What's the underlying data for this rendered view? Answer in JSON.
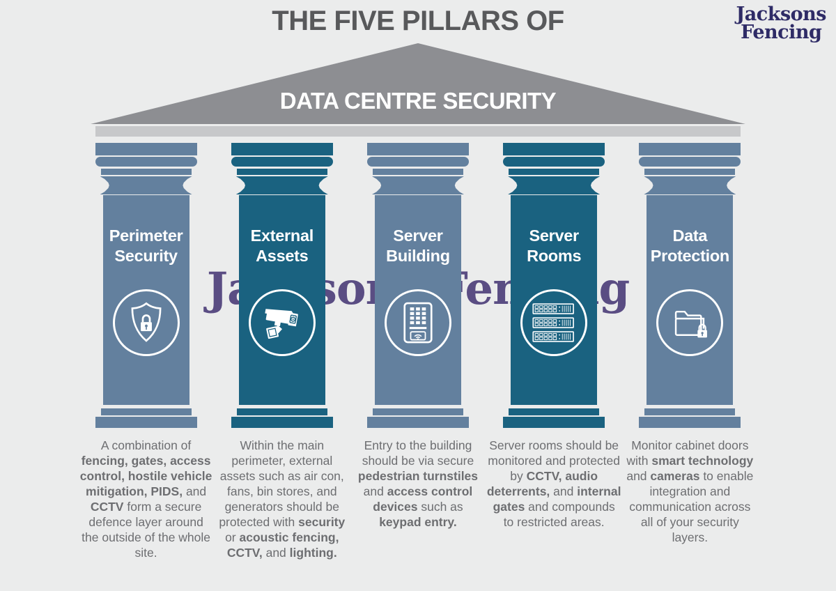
{
  "header": {
    "title": "THE FIVE PILLARS OF",
    "subtitle": "DATA CENTRE SECURITY"
  },
  "brand": {
    "line1": "Jacksons",
    "line2": "Fencing"
  },
  "watermark": "Jacksons Fencing",
  "colors": {
    "background": "#ebecec",
    "pediment": "#8d8e92",
    "architrave": "#c7c8ca",
    "slate": "#63809e",
    "teal": "#1a6280",
    "title_text": "#58595b",
    "body_text": "#6d6e71",
    "brand_navy": "#2e2b66",
    "watermark_purple": "#5a4d83"
  },
  "pillars": [
    {
      "title_line1": "Perimeter",
      "title_line2": "Security",
      "icon": "shield-lock-icon",
      "color": "#63809e",
      "description": [
        {
          "t": "A combination of ",
          "b": false
        },
        {
          "t": "fencing, gates, access control, hostile vehicle mitigation, PIDS,",
          "b": true
        },
        {
          "t": " and ",
          "b": false
        },
        {
          "t": "CCTV",
          "b": true
        },
        {
          "t": " form a secure defence layer around the outside of the whole site.",
          "b": false
        }
      ]
    },
    {
      "title_line1": "External",
      "title_line2": "Assets",
      "icon": "cctv-camera-icon",
      "color": "#1a6280",
      "description": [
        {
          "t": "Within the main perimeter, external assets such as air con, fans, bin stores, and generators should be protected with ",
          "b": false
        },
        {
          "t": "security",
          "b": true
        },
        {
          "t": " or ",
          "b": false
        },
        {
          "t": "acoustic fencing, CCTV,",
          "b": true
        },
        {
          "t": " and ",
          "b": false
        },
        {
          "t": "lighting.",
          "b": true
        }
      ]
    },
    {
      "title_line1": "Server",
      "title_line2": "Building",
      "icon": "keypad-entry-icon",
      "color": "#63809e",
      "description": [
        {
          "t": "Entry to the building should be via secure ",
          "b": false
        },
        {
          "t": "pedestrian turnstiles",
          "b": true
        },
        {
          "t": " and ",
          "b": false
        },
        {
          "t": "access control devices",
          "b": true
        },
        {
          "t": " such as ",
          "b": false
        },
        {
          "t": "keypad entry.",
          "b": true
        }
      ]
    },
    {
      "title_line1": "Server",
      "title_line2": "Rooms",
      "icon": "server-rack-icon",
      "color": "#1a6280",
      "description": [
        {
          "t": "Server rooms should be monitored and protected by ",
          "b": false
        },
        {
          "t": "CCTV, audio deterrents,",
          "b": true
        },
        {
          "t": " and ",
          "b": false
        },
        {
          "t": "internal gates",
          "b": true
        },
        {
          "t": " and compounds to restricted areas.",
          "b": false
        }
      ]
    },
    {
      "title_line1": "Data",
      "title_line2": "Protection",
      "icon": "folder-lock-icon",
      "color": "#63809e",
      "description": [
        {
          "t": "Monitor cabinet doors with ",
          "b": false
        },
        {
          "t": "smart technology",
          "b": true
        },
        {
          "t": " and ",
          "b": false
        },
        {
          "t": "cameras",
          "b": true
        },
        {
          "t": " to enable integration and communication across all of your security layers.",
          "b": false
        }
      ]
    }
  ]
}
